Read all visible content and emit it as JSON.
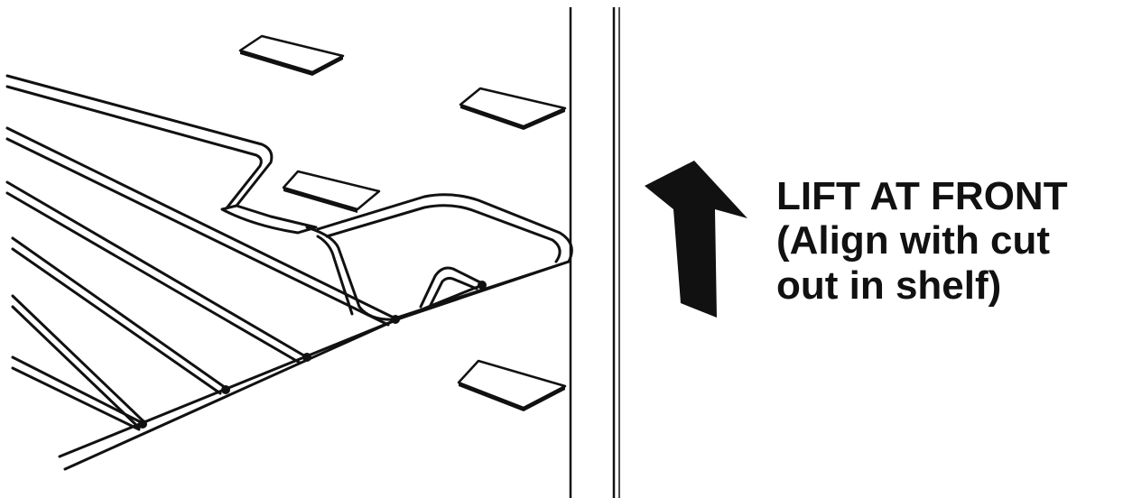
{
  "instruction": {
    "title": "LIFT AT FRONT",
    "note_line1": "(Align with cut",
    "note_line2": "out in shelf)"
  },
  "arrow": {
    "icon": "up-arrow-icon",
    "color": "#111111"
  },
  "colors": {
    "line": "#111111",
    "background": "#ffffff"
  }
}
